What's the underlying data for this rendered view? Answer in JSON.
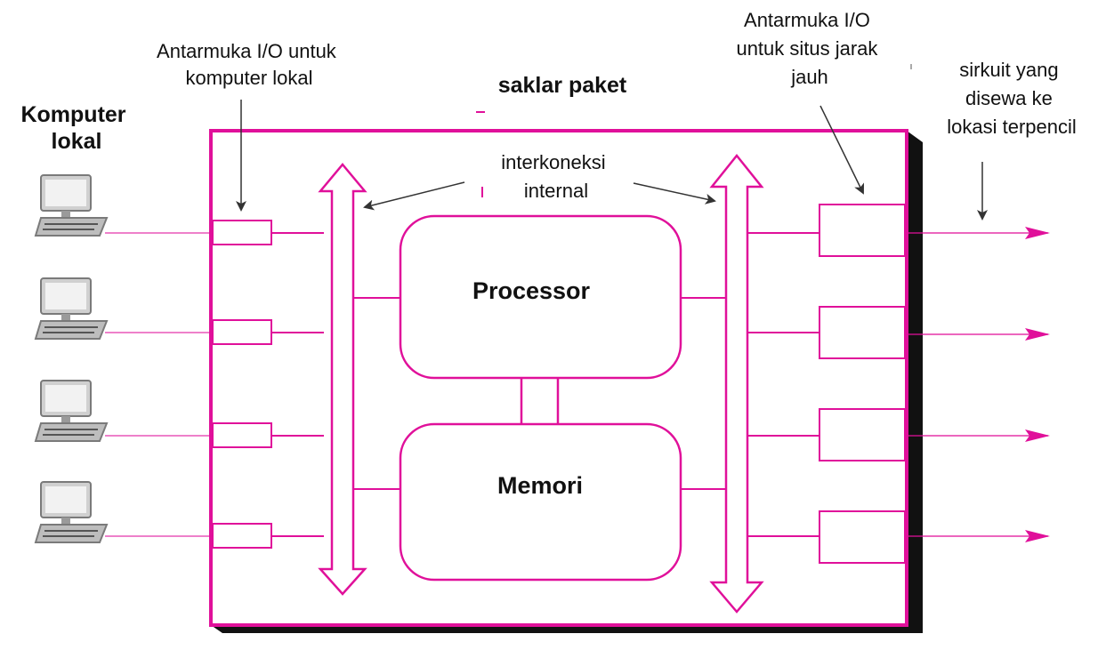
{
  "labels": {
    "local_computers": [
      "Komputer",
      "lokal"
    ],
    "local_io": [
      "Antarmuka I/O untuk",
      "komputer lokal"
    ],
    "switch_title": "saklar paket",
    "remote_io": [
      "Antarmuka I/O",
      "untuk situs jarak",
      "jauh"
    ],
    "leased_circuit": [
      "sirkuit yang",
      "disewa ke",
      "lokasi terpencil"
    ],
    "interconnect": [
      "interkoneksi",
      "internal"
    ],
    "processor": "Processor",
    "memory": "Memori"
  },
  "counts": {
    "local_computers": 4,
    "remote_lines": 4
  },
  "colors": {
    "accent": "#e0109a",
    "shadow": "#111111",
    "text": "#111111",
    "computer_body": "#c8c8c8",
    "computer_outline": "#7a7a7a",
    "pointer_arrow": "#333333"
  }
}
